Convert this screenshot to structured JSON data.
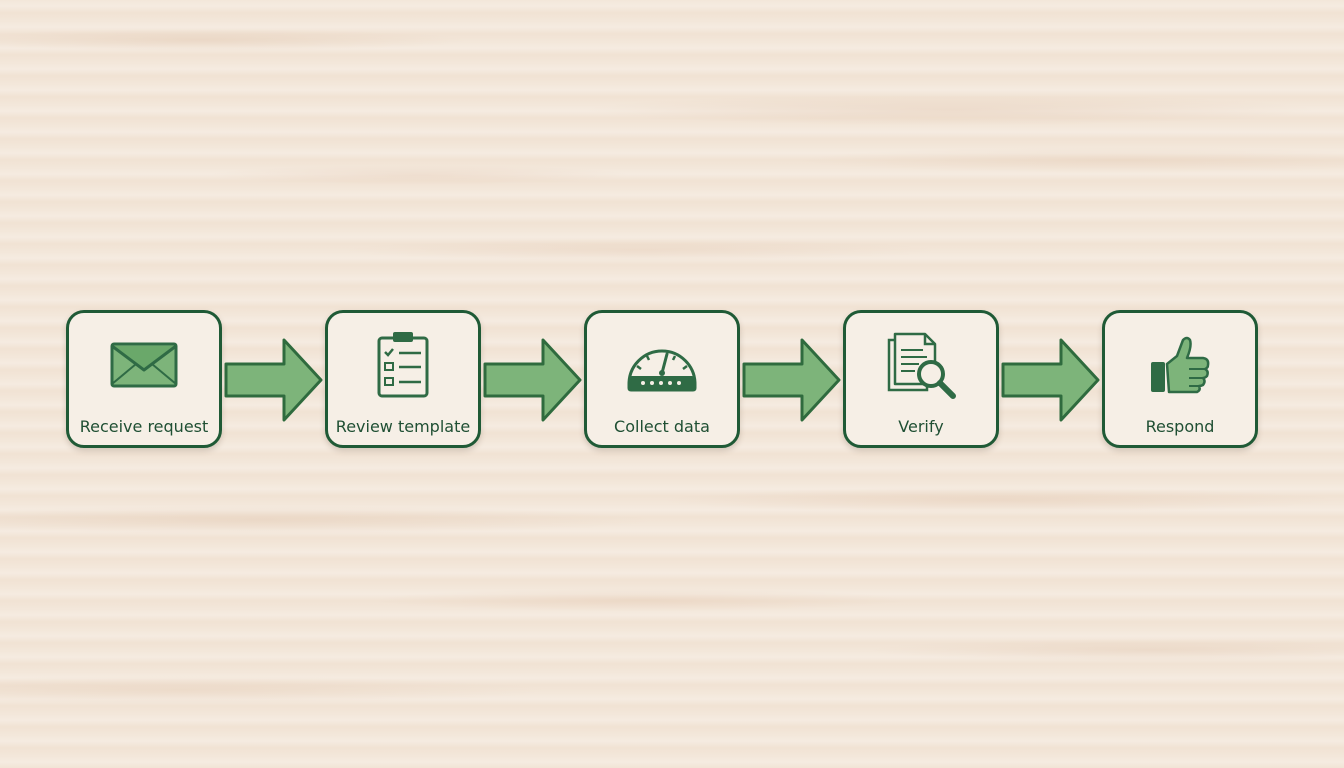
{
  "colors": {
    "box_border": "#1f5a36",
    "box_fill": "#f6efe6",
    "arrow_fill": "#7db47a",
    "arrow_stroke": "#2f6b3e",
    "icon": "#2f6b45",
    "label": "#1f4f33",
    "background": "#f3e7da"
  },
  "steps": [
    {
      "label": "Receive request",
      "icon": "envelope-icon"
    },
    {
      "label": "Review template",
      "icon": "checklist-icon"
    },
    {
      "label": "Collect data",
      "icon": "gauge-icon"
    },
    {
      "label": "Verify",
      "icon": "document-search-icon"
    },
    {
      "label": "Respond",
      "icon": "thumbs-up-icon"
    }
  ]
}
